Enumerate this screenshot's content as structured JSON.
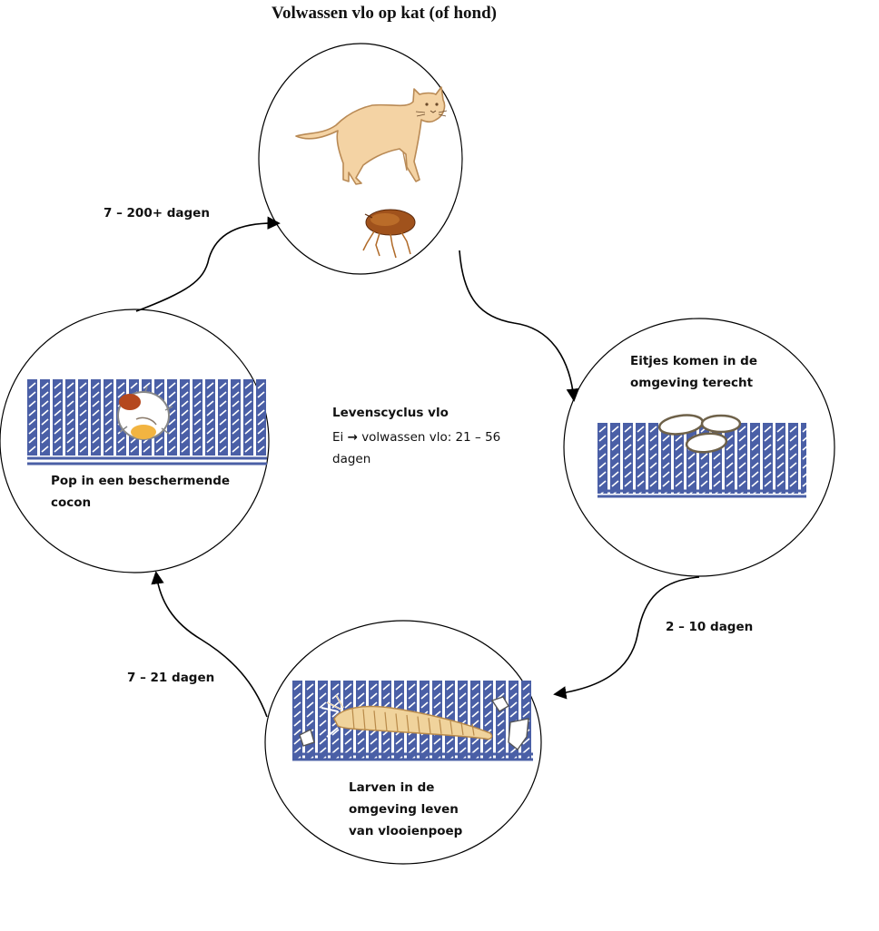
{
  "title": "Volwassen vlo op kat (of hond)",
  "center": {
    "heading": "Levenscyclus vlo",
    "line_start": "Ei",
    "arrow": "→",
    "line_rest": "volwassen vlo: 21 – 56 dagen"
  },
  "stages": {
    "eggs": "Eitjes komen in de\nomgeving terecht",
    "larvae": "Larven in de\nomgeving leven\nvan vlooienpoep",
    "pupa": "Pop in een beschermende\ncocon"
  },
  "durations": {
    "adult_to_eggs": "",
    "eggs_to_larvae": "2 – 10 dagen",
    "larvae_to_pupa": "7 – 21 dagen",
    "pupa_to_adult": "7 – 200+ dagen"
  },
  "colors": {
    "carpet": "#4a5fa6",
    "cat": "#f4d3a4",
    "cat_outline": "#b98a55",
    "flea": "#a0521c",
    "larva": "#f0d39c",
    "cocoon_yellow": "#f2b441",
    "cocoon_red": "#b5481e",
    "line": "#000000"
  }
}
